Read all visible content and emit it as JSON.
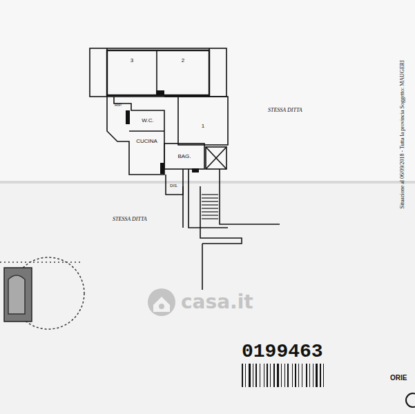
{
  "diagram": {
    "nodes": [
      {
        "text": [
          "3"
        ]
      },
      {
        "text": [
          "2"
        ]
      },
      {
        "text": [
          "W.C."
        ]
      },
      {
        "text": [
          "1"
        ]
      },
      {
        "text": [
          "CUCINA"
        ]
      },
      {
        "text": [
          "BAG."
        ]
      }
    ],
    "labels": [
      "RIP.",
      "DIS.",
      "STESSA DITTA",
      "STESSA DITTA",
      "casa.it",
      "0199463",
      "ORIE",
      "Situazione al 06/09/2018 - Tutta la provincia Soggetto: MAUGERI"
    ]
  }
}
